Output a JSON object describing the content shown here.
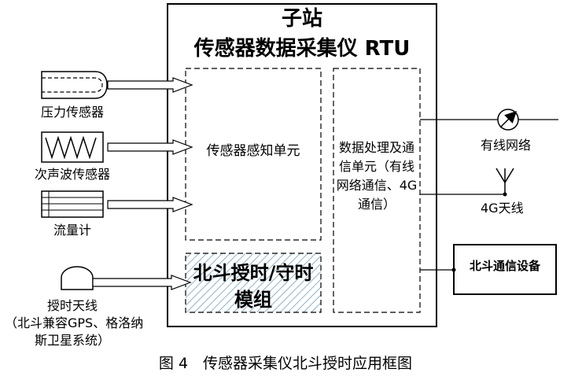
{
  "title": {
    "line1": "子站",
    "line2": "传感器数据采集仪 RTU"
  },
  "sensors": [
    {
      "label": "压力传感器"
    },
    {
      "label": "次声波传感器"
    },
    {
      "label": "流量计"
    }
  ],
  "modules": {
    "sensing": "传感器感知单元",
    "processing": "数据处理及通信单元（有线网络通信、4G通信）",
    "timing": "北斗授时/守时模组"
  },
  "right_side": {
    "wired_network": "有线网络",
    "antenna_4g": "4G天线",
    "beidou_device": "北斗通信设备"
  },
  "timing_antenna": {
    "line1": "授时天线",
    "line2": "（北斗兼容GPS、格洛纳",
    "line3": "斯卫星系统）"
  },
  "caption": "图 4　传感器采集仪北斗授时应用框图",
  "colors": {
    "hatch": "#8fb3c8",
    "line": "#000000"
  }
}
